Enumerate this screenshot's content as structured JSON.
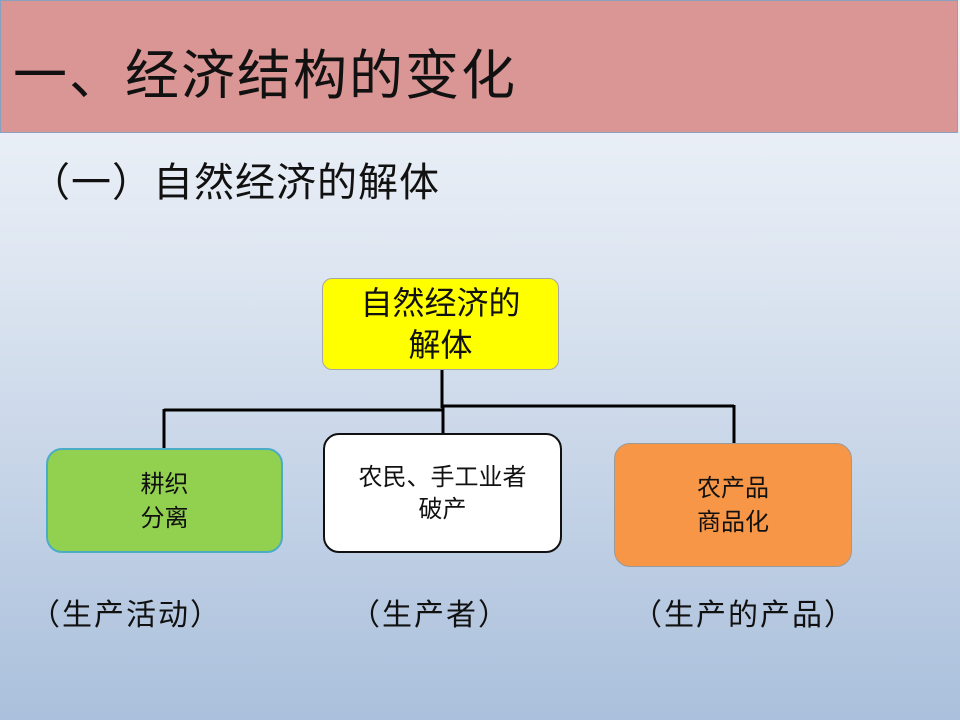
{
  "slide": {
    "title": "一、经济结构的变化",
    "subtitle": "（一）自然经济的解体"
  },
  "diagram": {
    "root": "自然经济的\n解体",
    "children": [
      {
        "label": "耕织\n分离",
        "caption": "（生产活动）",
        "color": "#92d050"
      },
      {
        "label": "农民、手工业者\n破产",
        "caption": "（生产者）",
        "color": "#ffffff"
      },
      {
        "label": "农产品\n商品化",
        "caption": "（生产的产品）",
        "color": "#f79646"
      }
    ],
    "root_color": "#ffff00"
  },
  "colors": {
    "title_bar": "#d99694",
    "connector": "#000000"
  }
}
